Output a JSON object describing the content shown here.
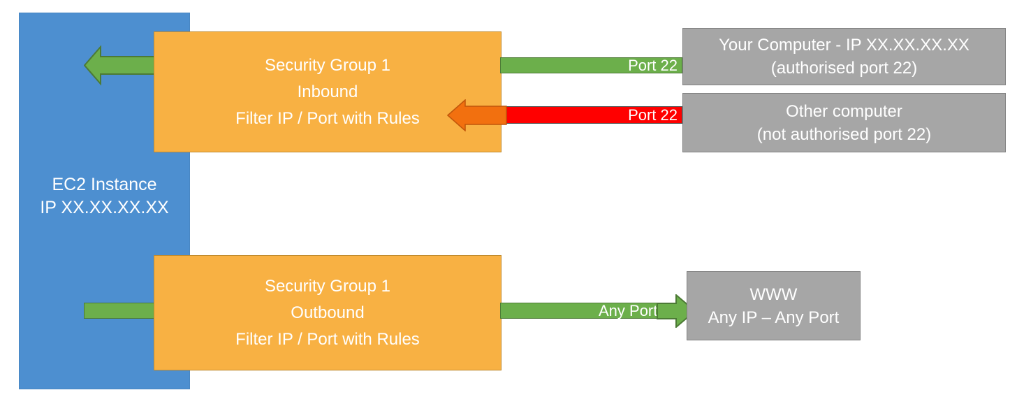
{
  "diagram": {
    "title": "AWS EC2 Security Group inbound and outbound traffic filtering",
    "colors": {
      "instance_blue": "#4D8FD0",
      "security_group_orange": "#F8B143",
      "allowed_green": "#6CAF4B",
      "blocked_red": "#FF0000",
      "blocked_arrow_orange": "#F2700F",
      "endpoint_gray": "#A6A6A6",
      "text_white": "#FFFFFF"
    }
  },
  "instance": {
    "label": "EC2 Instance\nIP XX.XX.XX.XX"
  },
  "security_groups": {
    "inbound": {
      "label": "Security Group 1\nInbound\nFilter IP / Port with Rules"
    },
    "outbound": {
      "label": "Security Group 1\nOutbound\nFilter IP / Port with Rules"
    }
  },
  "connections": {
    "allowed_inbound": {
      "label": "Port 22",
      "state": "allowed"
    },
    "blocked_inbound": {
      "label": "Port 22",
      "state": "blocked"
    },
    "allowed_outbound": {
      "label": "Any Port",
      "state": "allowed"
    }
  },
  "endpoints": {
    "your_computer": {
      "label": "Your Computer - IP XX.XX.XX.XX\n(authorised port 22)"
    },
    "other_computer": {
      "label": "Other computer\n(not authorised port 22)"
    },
    "www": {
      "label": "WWW\nAny IP – Any Port"
    }
  }
}
